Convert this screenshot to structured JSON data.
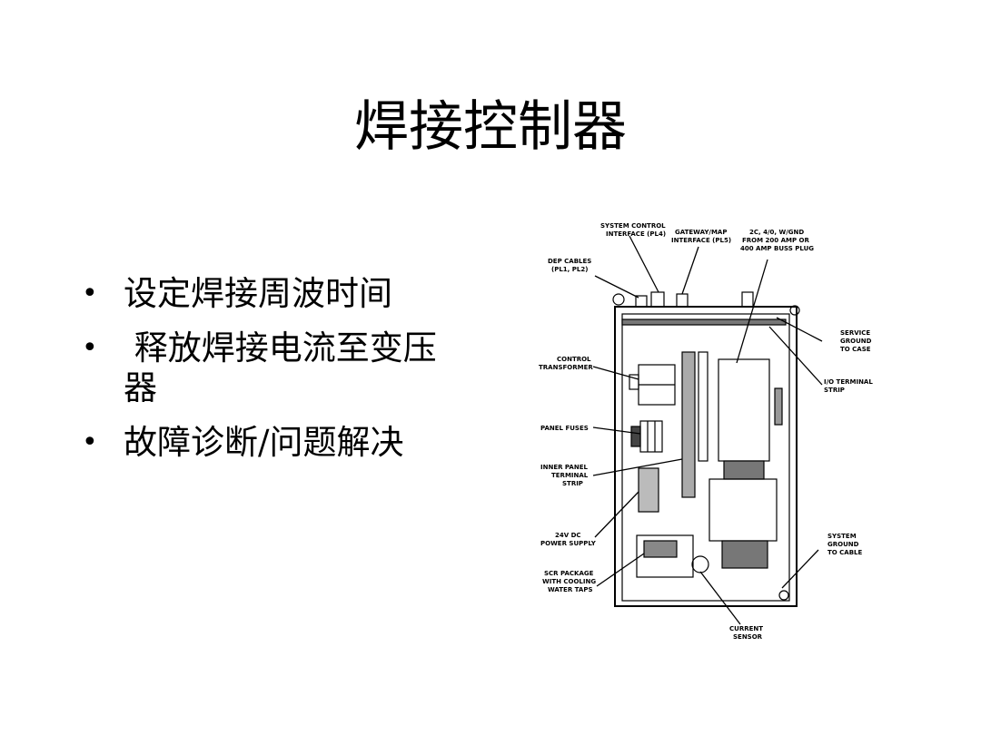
{
  "slide": {
    "title": "焊接控制器",
    "bullets": [
      "设定焊接周波时间",
      " 释放焊接电流至变压器",
      "故障诊断/问题解决"
    ],
    "bullet_symbol": "•"
  },
  "diagram": {
    "labels": {
      "system_control_1": "SYSTEM CONTROL",
      "system_control_2": "INTERFACE (PL4)",
      "dep_cables_1": "DEP CABLES",
      "dep_cables_2": "(PL1, PL2)",
      "gateway_1": "GATEWAY/MAP",
      "gateway_2": "INTERFACE (PL5)",
      "power_1": "2C, 4/0, W/GND",
      "power_2": "FROM 200 AMP OR",
      "power_3": "400 AMP BUSS PLUG",
      "service_1": "SERVICE",
      "service_2": "GROUND",
      "service_3": "TO CASE",
      "control_1": "CONTROL",
      "control_2": "TRANSFORMER",
      "io_1": "I/O TERMINAL",
      "io_2": "STRIP",
      "fuses": "PANEL FUSES",
      "inner_1": "INNER PANEL",
      "inner_2": "TERMINAL",
      "inner_3": "STRIP",
      "supply_1": "24V DC",
      "supply_2": "POWER SUPPLY",
      "sys_ground_1": "SYSTEM",
      "sys_ground_2": "GROUND",
      "sys_ground_3": "TO CABLE",
      "scr_1": "SCR PACKAGE",
      "scr_2": "WITH COOLING",
      "scr_3": "WATER TAPS",
      "current_1": "CURRENT",
      "current_2": "SENSOR"
    }
  }
}
